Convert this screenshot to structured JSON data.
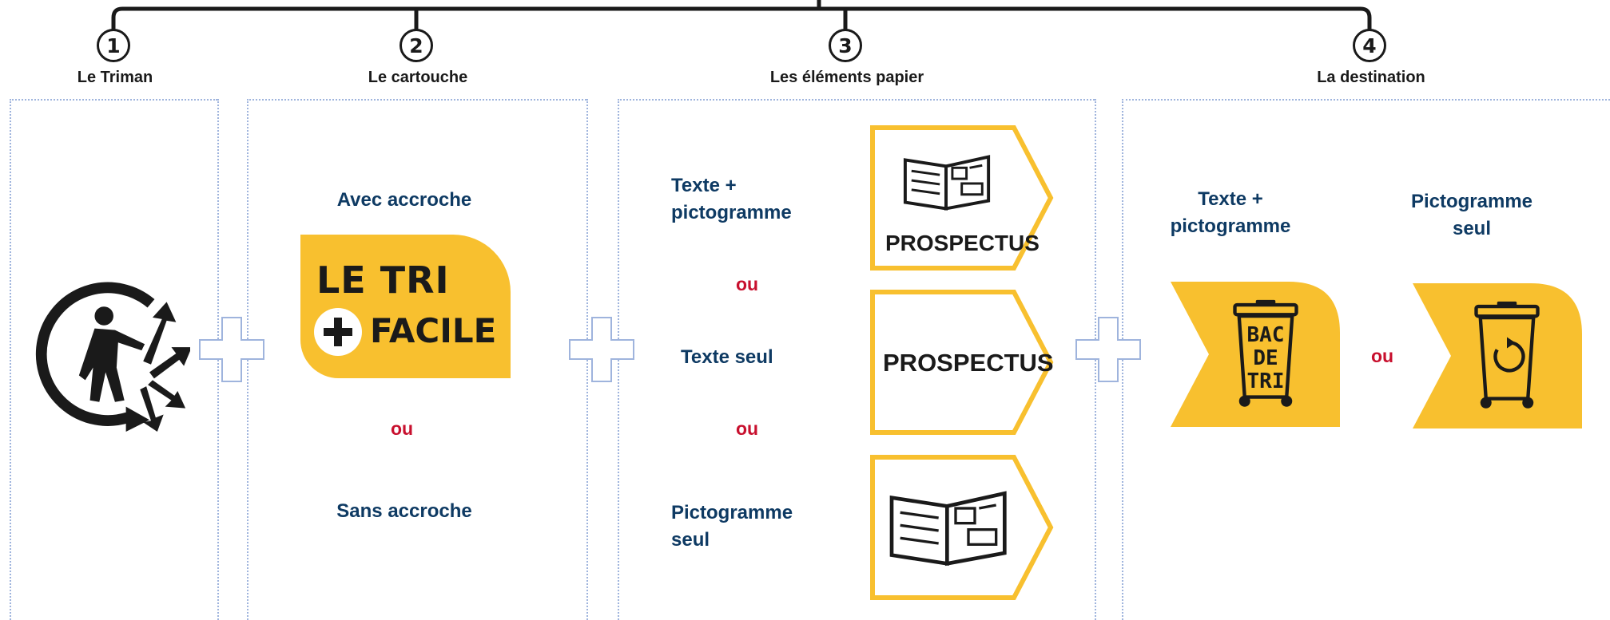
{
  "steps": [
    {
      "number": "1",
      "title": "Le Triman"
    },
    {
      "number": "2",
      "title": "Le cartouche"
    },
    {
      "number": "3",
      "title": "Les éléments papier"
    },
    {
      "number": "4",
      "title": "La destination"
    }
  ],
  "cartouche": {
    "with_label": "Avec accroche",
    "line1": "LE TRI",
    "line2": "FACILE",
    "or": "ou",
    "without_label": "Sans accroche"
  },
  "paper": {
    "text_picto_line1": "Texte +",
    "text_picto_line2": "pictogramme",
    "or1": "ou",
    "text_only": "Texte seul",
    "or2": "ou",
    "picto_only_line1": "Pictogramme",
    "picto_only_line2": "seul",
    "tag_label_1": "PROSPECTUS",
    "tag_label_2": "PROSPECTUS"
  },
  "destination": {
    "text_picto_line1": "Texte +",
    "text_picto_line2": "pictogramme",
    "picto_only_line1": "Pictogramme",
    "picto_only_line2": "seul",
    "or": "ou",
    "bin_line1": "BAC",
    "bin_line2": "DE",
    "bin_line3": "TRI"
  },
  "colors": {
    "yellow": "#f8c02f",
    "navy": "#0e3a63",
    "red": "#c8102e",
    "dotted": "#9fb4dd"
  }
}
